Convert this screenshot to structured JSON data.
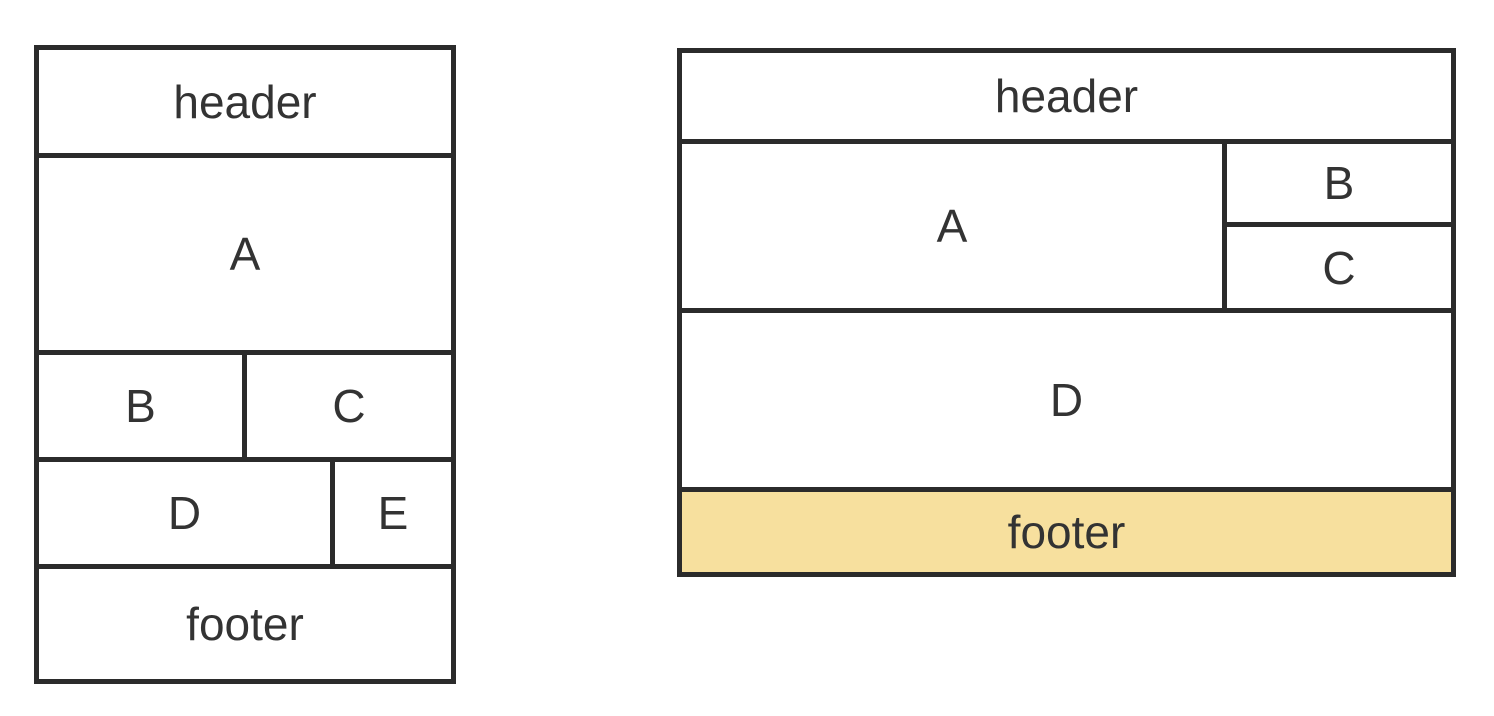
{
  "mobile_layout": {
    "header": "header",
    "a": "A",
    "b": "B",
    "c": "C",
    "d": "D",
    "e": "E",
    "footer": "footer"
  },
  "desktop_layout": {
    "header": "header",
    "a": "A",
    "b": "B",
    "c": "C",
    "d": "D",
    "footer": "footer"
  },
  "colors": {
    "outline": "#2b2b2b",
    "text": "#333333",
    "footer_highlight": "#f7e09e"
  }
}
